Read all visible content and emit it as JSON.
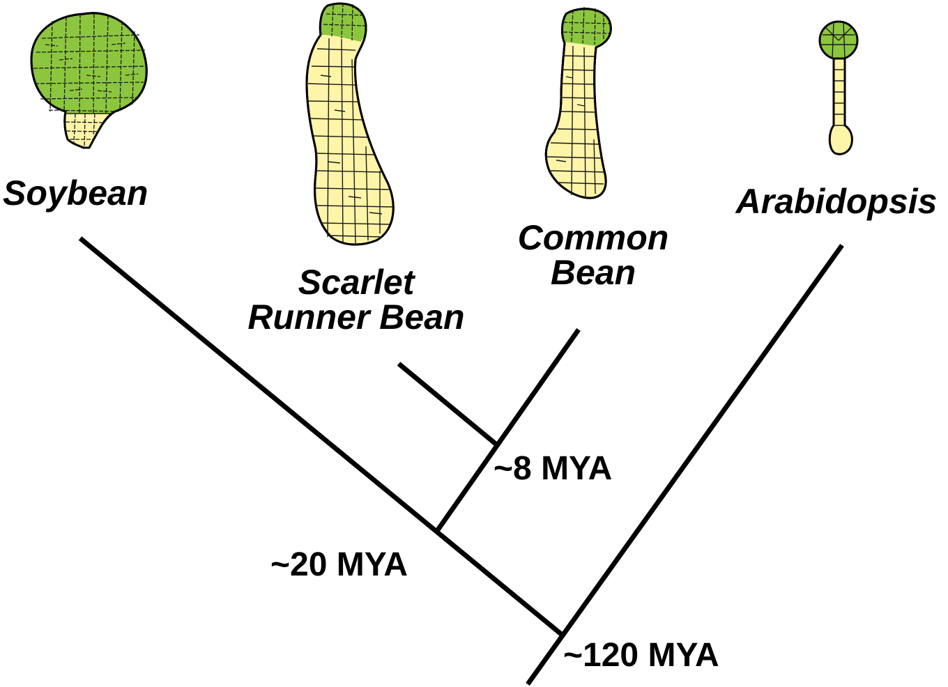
{
  "colors": {
    "embryo_proper": "#8cc63f",
    "suspensor": "#fff5a8",
    "branch": "#000000"
  },
  "species": {
    "soybean": "Soybean",
    "scarlet_line1": "Scarlet",
    "scarlet_line2": "Runner Bean",
    "common_line1": "Common",
    "common_line2": "Bean",
    "arabidopsis": "Arabidopsis"
  },
  "divergence": {
    "node_8": "~8 MYA",
    "node_20": "~20 MYA",
    "node_120": "~120 MYA"
  }
}
